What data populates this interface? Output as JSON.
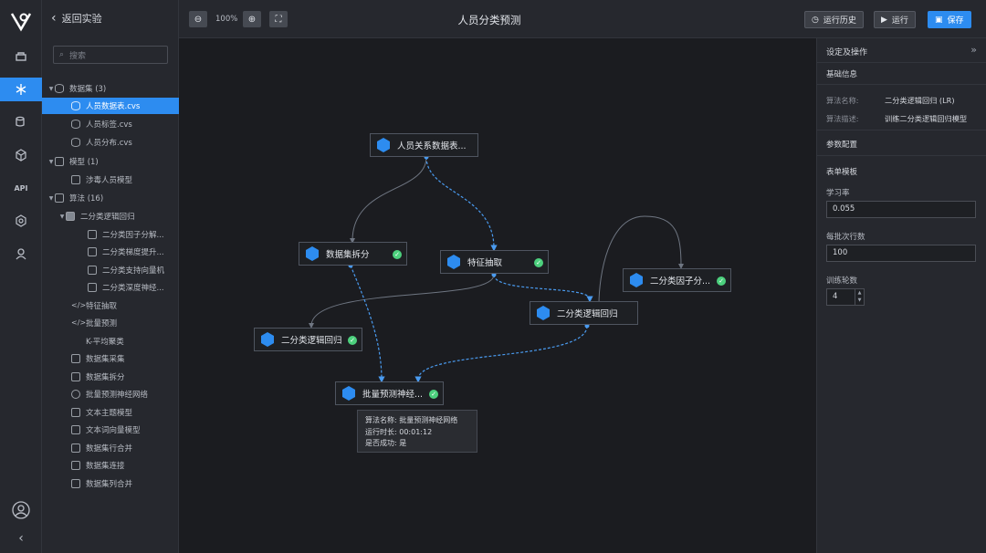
{
  "nav": {
    "items": [
      {
        "name": "logo"
      },
      {
        "icon": "toolbox-icon"
      },
      {
        "icon": "snowflake-icon"
      },
      {
        "icon": "database-icon"
      },
      {
        "icon": "cube-icon"
      },
      {
        "label": "API"
      },
      {
        "icon": "chip-icon"
      },
      {
        "icon": "user-icon"
      }
    ]
  },
  "tree": {
    "back_label": "返回实验",
    "search_placeholder": "搜索",
    "rows": [
      {
        "label": "数据集 (3)"
      },
      {
        "label": "人员数据表.cvs"
      },
      {
        "label": "人员标签.cvs"
      },
      {
        "label": "人员分布.cvs"
      },
      {
        "label": "模型 (1)"
      },
      {
        "label": "涉毒人员模型"
      },
      {
        "label": "算法 (16)"
      },
      {
        "label": "二分类逻辑回归"
      },
      {
        "label": "二分类因子分解..."
      },
      {
        "label": "二分类梯度提升..."
      },
      {
        "label": "二分类支持向量机"
      },
      {
        "label": "二分类深度神经..."
      },
      {
        "label": "特征抽取"
      },
      {
        "label": "批量预测"
      },
      {
        "label": "K-平均聚类"
      },
      {
        "label": "数据集采集"
      },
      {
        "label": "数据集拆分"
      },
      {
        "label": "批量预测神经网络"
      },
      {
        "label": "文本主题模型"
      },
      {
        "label": "文本词向量模型"
      },
      {
        "label": "数据集行合并"
      },
      {
        "label": "数据集连接"
      },
      {
        "label": "数据集列合并"
      }
    ]
  },
  "toolbar": {
    "zoom": "100%",
    "title": "人员分类预测",
    "history_label": "运行历史",
    "run_label": "运行",
    "save_label": "保存"
  },
  "nodes": [
    {
      "label": "人员关系数据表..."
    },
    {
      "label": "数据集拆分"
    },
    {
      "label": "特征抽取"
    },
    {
      "label": "二分类因子分..."
    },
    {
      "label": "二分类逻辑回归"
    },
    {
      "label": "二分类逻辑回归"
    },
    {
      "label": "批量预测神经..."
    }
  ],
  "tooltip": {
    "line1": "算法名称: 批量预测神经网络",
    "line2": "运行时长: 00:01:12",
    "line3": "是否成功: 是"
  },
  "panel": {
    "header": "设定及操作",
    "basic": "基础信息",
    "algo_name_key": "算法名称:",
    "algo_name_val": "二分类逻辑回归 (LR)",
    "algo_desc_key": "算法描述:",
    "algo_desc_val": "训练二分类逻辑回归模型",
    "params": "参数配置",
    "form": "表单模板",
    "lr_label": "学习率",
    "lr_value": "0.055",
    "batch_label": "每批次行数",
    "batch_value": "100",
    "epochs_label": "训练轮数",
    "epochs_value": "4"
  },
  "colors": {
    "accent": "#2d8cf0",
    "success": "#4cd07d"
  }
}
